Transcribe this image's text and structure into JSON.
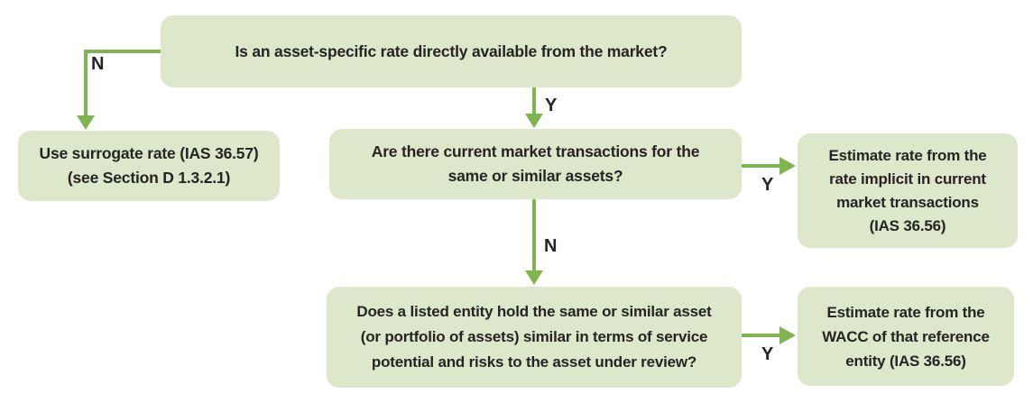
{
  "colors": {
    "box-fill": "#dde8cb",
    "arrow-green": "#7fb44f",
    "text": "#272324",
    "background": "#ffffff"
  },
  "flowchart": {
    "nodes": {
      "q1": {
        "lines": [
          "Is an asset-specific rate directly available from the market?"
        ]
      },
      "surrogate": {
        "lines": [
          "Use surrogate rate (IAS 36.57)",
          "(see Section D 1.3.2.1)"
        ]
      },
      "q2": {
        "lines": [
          "Are there current market transactions for the",
          "same or similar assets?"
        ]
      },
      "implicit": {
        "lines": [
          "Estimate rate from the",
          "rate implicit in current",
          "market transactions",
          "(IAS 36.56)"
        ]
      },
      "q3": {
        "lines": [
          "Does a listed entity hold the same or similar asset",
          "(or portfolio of assets) similar in terms of service",
          "potential and risks to the asset under review?"
        ]
      },
      "wacc": {
        "lines": [
          "Estimate rate from the",
          "WACC of that reference",
          "entity (IAS 36.56)"
        ]
      }
    },
    "edge_labels": {
      "q1_no": "N",
      "q1_yes": "Y",
      "q2_yes": "Y",
      "q2_no": "N",
      "q3_yes": "Y"
    }
  }
}
